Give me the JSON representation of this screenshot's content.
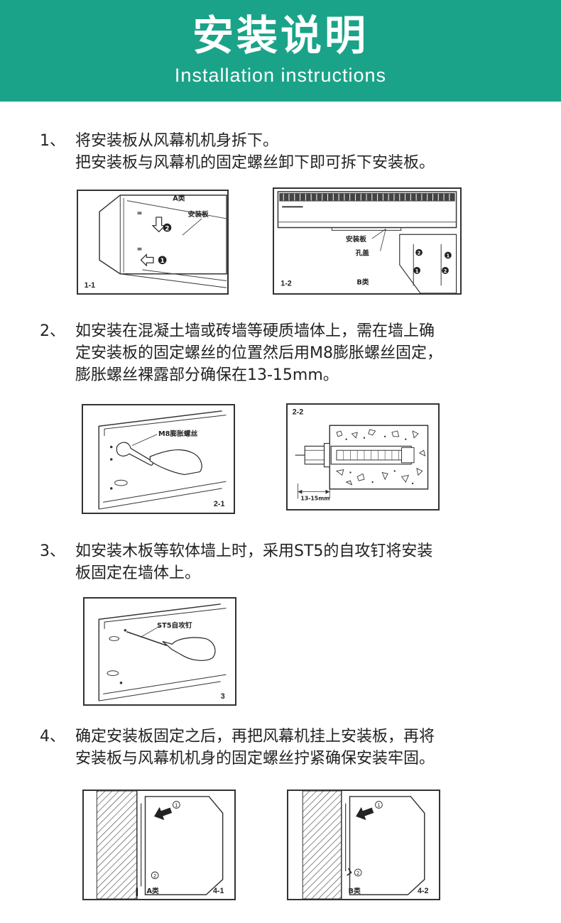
{
  "header": {
    "title": "安装说明",
    "subtitle": "Installation instructions",
    "bg_color": "#1aa389"
  },
  "steps": [
    {
      "num": "1、",
      "lines": [
        "将安装板从风幕机机身拆下。",
        "把安装板与风幕机的固定螺丝卸下即可拆下安装板。"
      ]
    },
    {
      "num": "2、",
      "lines": [
        "如安装在混凝土墙或砖墙等硬质墙体上，需在墙上确",
        "定安装板的固定螺丝的位置然后用M8膨胀螺丝固定，",
        "膨胀螺丝裸露部分确保在13-15mm。"
      ]
    },
    {
      "num": "3、",
      "lines": [
        "如安装木板等软体墙上时，采用ST5的自攻钉将安装",
        "板固定在墙体上。"
      ]
    },
    {
      "num": "4、",
      "lines": [
        "确定安装板固定之后，再把风幕机挂上安装板，再将",
        "安装板与风幕机机身的固定螺丝拧紧确保安装牢固。"
      ]
    }
  ],
  "figures": {
    "f1_1": {
      "id": "1-1",
      "type_label": "A类",
      "callout": "安装板",
      "marks": [
        "❶",
        "❷"
      ]
    },
    "f1_2": {
      "id": "1-2",
      "type_label": "B类",
      "callout_plate": "安装板",
      "callout_cover": "孔盖",
      "marks": [
        "❶",
        "❷"
      ]
    },
    "f2_1": {
      "id": "2-1",
      "callout": "M8膨胀螺丝"
    },
    "f2_2": {
      "id": "2-2",
      "dimension": "13-15mm"
    },
    "f3": {
      "id": "3",
      "callout": "ST5自攻钉"
    },
    "f4_1": {
      "id": "4-1",
      "type_label": "A类",
      "marks": [
        "①",
        "②"
      ]
    },
    "f4_2": {
      "id": "4-2",
      "type_label": "B类",
      "marks": [
        "①",
        "②"
      ]
    }
  }
}
